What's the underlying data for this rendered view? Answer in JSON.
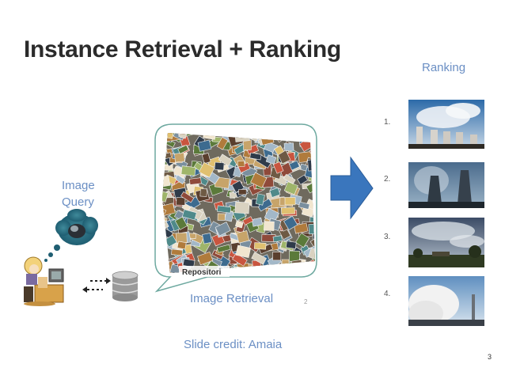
{
  "slide": {
    "title": "Instance Retrieval + Ranking",
    "ranking_label": "Ranking",
    "image_query_line1": "Image",
    "image_query_line2": "Query",
    "repository_label": "Repositori",
    "image_retrieval_label": "Image Retrieval",
    "retrieval_small_number": "2",
    "credit": "Slide credit: Amaia",
    "page_number": "3"
  },
  "ranking": [
    {
      "rank": "1.",
      "scene": "power-plant-cooling-towers"
    },
    {
      "rank": "2.",
      "scene": "foggy-cooling-towers"
    },
    {
      "rank": "3.",
      "scene": "cloudy-sky-trees"
    },
    {
      "rank": "4.",
      "scene": "smoke-plume-tower"
    }
  ],
  "colors": {
    "accent_text": "#6b8fc4",
    "arrow_fill": "#3a76bd",
    "bubble_stroke": "#6ea9a0",
    "title": "#2b2b2b"
  }
}
